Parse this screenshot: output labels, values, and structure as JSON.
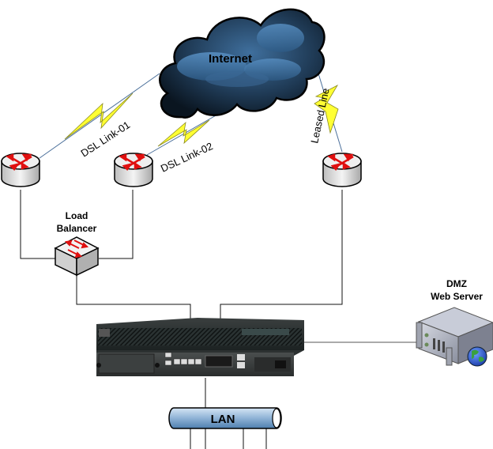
{
  "diagram": {
    "cloud": {
      "label": "Internet"
    },
    "links": [
      {
        "label": "DSL Link-01"
      },
      {
        "label": "DSL Link-02"
      },
      {
        "label": "Leased Line"
      }
    ],
    "load_balancer": {
      "label_line1": "Load",
      "label_line2": "Balancer"
    },
    "dmz": {
      "label_line1": "DMZ",
      "label_line2": "Web Server"
    },
    "lan": {
      "label": "LAN"
    },
    "colors": {
      "cloud_dark": "#0d1a26",
      "cloud_light": "#4a7fb0",
      "bolt": "#ffff33",
      "router_arrow": "#e01010",
      "lan_pipe": "#8fb3d6"
    }
  }
}
